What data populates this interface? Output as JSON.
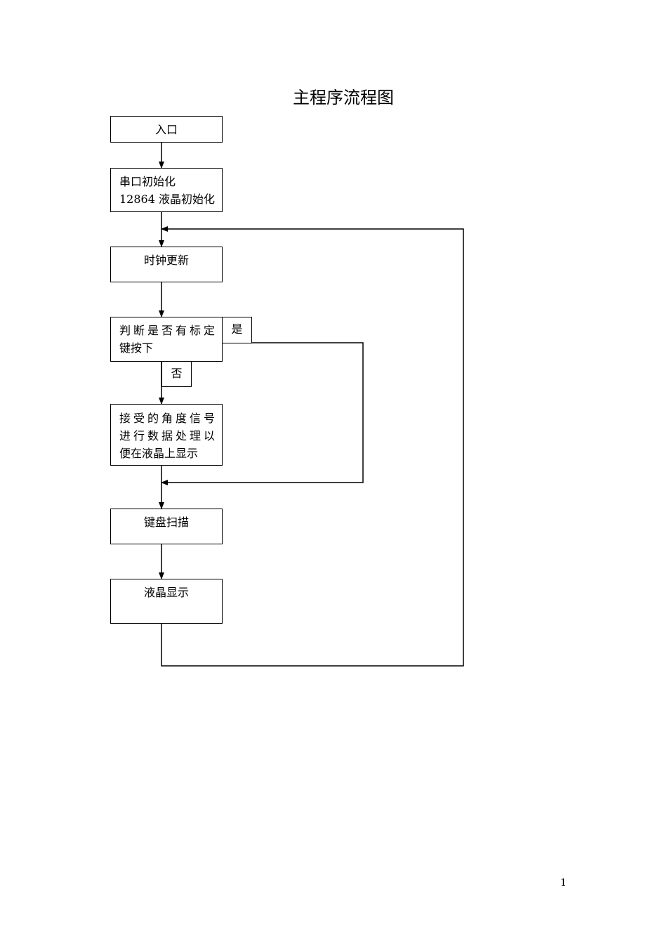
{
  "title": "主程序流程图",
  "nodes": {
    "entry": {
      "lines": [
        "入口"
      ]
    },
    "init": {
      "lines": [
        "串口初始化",
        "12864 液晶初始化"
      ]
    },
    "clock": {
      "lines": [
        "时钟更新"
      ]
    },
    "decision": {
      "lines": [
        "判断是否有标定",
        "键按下"
      ]
    },
    "process": {
      "lines": [
        "接受的角度信号",
        "进行数据处理以",
        "便在液晶上显示"
      ]
    },
    "keyscan": {
      "lines": [
        "键盘扫描"
      ]
    },
    "lcd": {
      "lines": [
        "液晶显示"
      ]
    }
  },
  "branch_labels": {
    "yes": "是",
    "no": "否"
  },
  "page_number": "1"
}
